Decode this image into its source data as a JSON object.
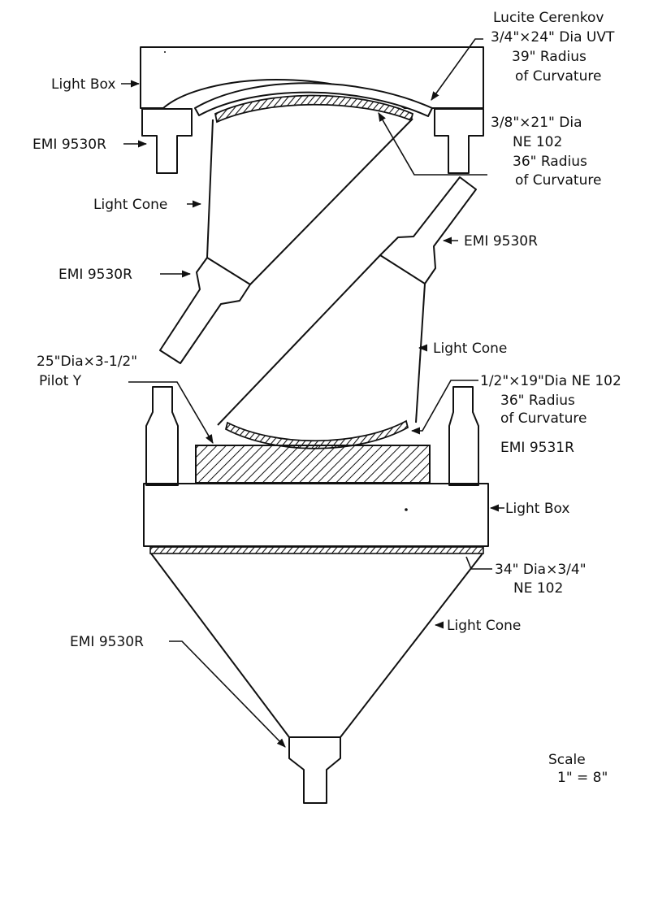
{
  "diagram": {
    "labels": {
      "lucite_title": "Lucite Cerenkov",
      "lucite_spec": "3/4\"×24\" Dia UVT",
      "lucite_radius": "39\" Radius",
      "lucite_curv": "of Curvature",
      "ne102_top_spec": "3/8\"×21\" Dia",
      "ne102_top_mat": "NE 102",
      "ne102_top_radius": "36\" Radius",
      "ne102_top_curv": "of Curvature",
      "light_box_top": "Light Box",
      "emi_top_left": "EMI 9530R",
      "light_cone_upper": "Light Cone",
      "emi_mid_left": "EMI 9530R",
      "emi_mid_right": "EMI 9530R",
      "light_cone_middle": "Light Cone",
      "pilot_spec": "25\"Dia×3-1/2\"",
      "pilot_name": "Pilot Y",
      "ne102_mid_spec": "1/2\"×19\"Dia NE 102",
      "ne102_mid_radius": "36\" Radius",
      "ne102_mid_curv": "of Curvature",
      "emi_9531": "EMI 9531R",
      "light_box_bottom": "Light Box",
      "ne102_bottom_spec": "34\" Dia×3/4\"",
      "ne102_bottom_mat": "NE 102",
      "light_cone_lower": "Light Cone",
      "emi_bottom": "EMI 9530R",
      "scale_title": "Scale",
      "scale_value": "1\" = 8\""
    }
  }
}
